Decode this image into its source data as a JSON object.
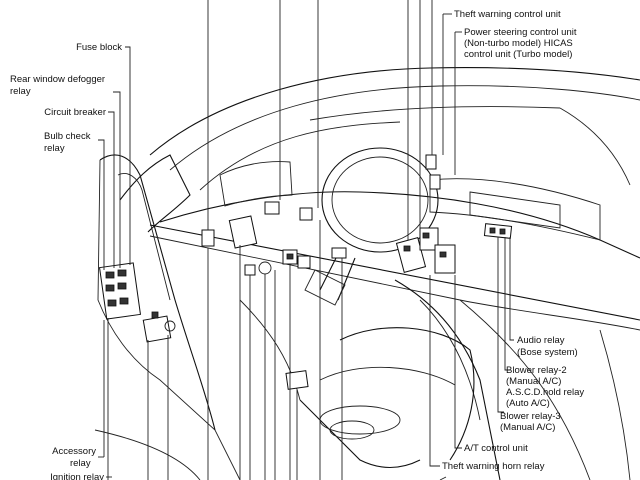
{
  "labels": {
    "theft_warning_control_unit": "Theft warning control unit",
    "power_steering_line1": "Power steering control unit",
    "power_steering_line2": "(Non-turbo model) HICAS",
    "power_steering_line3": "control unit (Turbo model)",
    "fuse_block": "Fuse block",
    "rear_defogger_line1": "Rear window defogger",
    "rear_defogger_line2": "relay",
    "circuit_breaker": "Circuit breaker",
    "bulb_check_line1": "Bulb check",
    "bulb_check_line2": "relay",
    "audio_relay_line1": "Audio relay",
    "audio_relay_line2": "(Bose system)",
    "blower_relay2_line1": "Blower relay-2",
    "blower_relay2_line2": "(Manual A/C)",
    "blower_relay2_line3": "A.S.C.D.hold relay",
    "blower_relay2_line4": "(Auto A/C)",
    "blower_relay3_line1": "Blower relay-3",
    "blower_relay3_line2": "(Manual A/C)",
    "at_control_unit": "A/T control unit",
    "theft_horn_relay": "Theft warning horn relay",
    "accessory_relay_line1": "Accessory",
    "accessory_relay_line2": "relay",
    "ignition_relay": "Ignition relay"
  }
}
